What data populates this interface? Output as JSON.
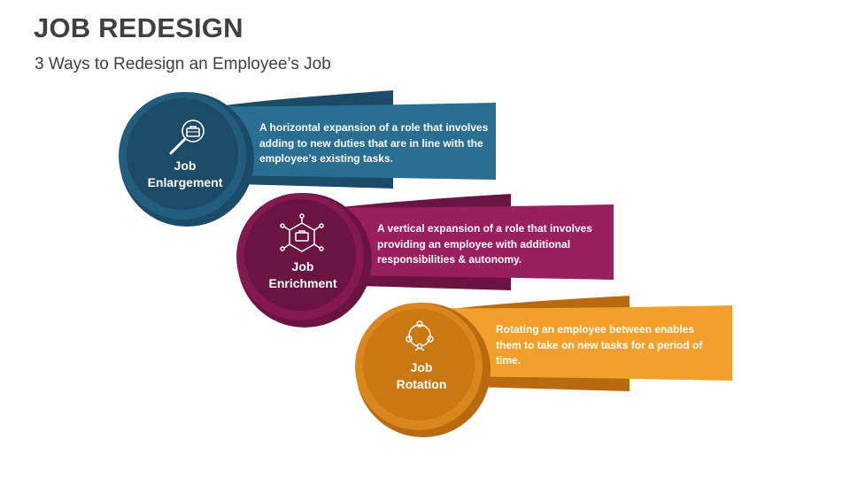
{
  "header": {
    "title": "JOB REDESIGN",
    "subtitle": "3 Ways to Redesign an Employee’s Job"
  },
  "items": [
    {
      "label_line1": "Job",
      "label_line2": "Enlargement",
      "description": "A horizontal expansion of a role that involves adding to new duties that are in line with the employee’s existing tasks.",
      "icon": "magnifier-briefcase-icon",
      "color": "#2a6f92",
      "color_dark": "#1b4b66",
      "color_mid": "#235d7d"
    },
    {
      "label_line1": "Job",
      "label_line2": "Enrichment",
      "description": "A vertical expansion of a role that involves providing an employee with additional responsibilities & autonomy.",
      "icon": "briefcase-network-icon",
      "color": "#9a1f5e",
      "color_dark": "#6a1441",
      "color_mid": "#83194f"
    },
    {
      "label_line1": "Job",
      "label_line2": "Rotation",
      "description": "Rotating an employee between enables them to take on new tasks for a period of time.",
      "icon": "people-cycle-icon",
      "color": "#f2a02b",
      "color_dark": "#b96a10",
      "color_mid": "#d9861c"
    }
  ]
}
